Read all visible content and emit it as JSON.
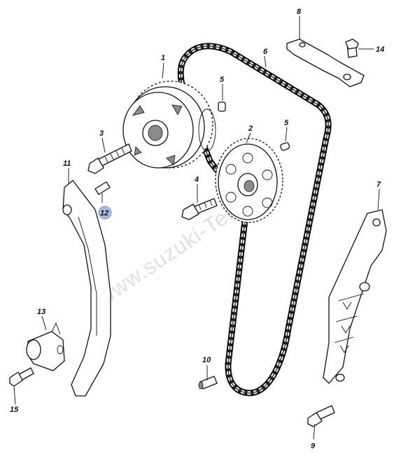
{
  "watermark": "www.suzuki-Teile.sk",
  "parts": {
    "p1": "1",
    "p2": "2",
    "p3": "3",
    "p4": "4",
    "p5a": "5",
    "p5b": "5",
    "p6": "6",
    "p7": "7",
    "p8": "8",
    "p9": "9",
    "p10": "10",
    "p11": "11",
    "p12": "12",
    "p13": "13",
    "p14": "14",
    "p15": "15"
  },
  "colors": {
    "highlight": "#a9bde0",
    "line": "#111111",
    "watermark": "#c9c9c9"
  }
}
